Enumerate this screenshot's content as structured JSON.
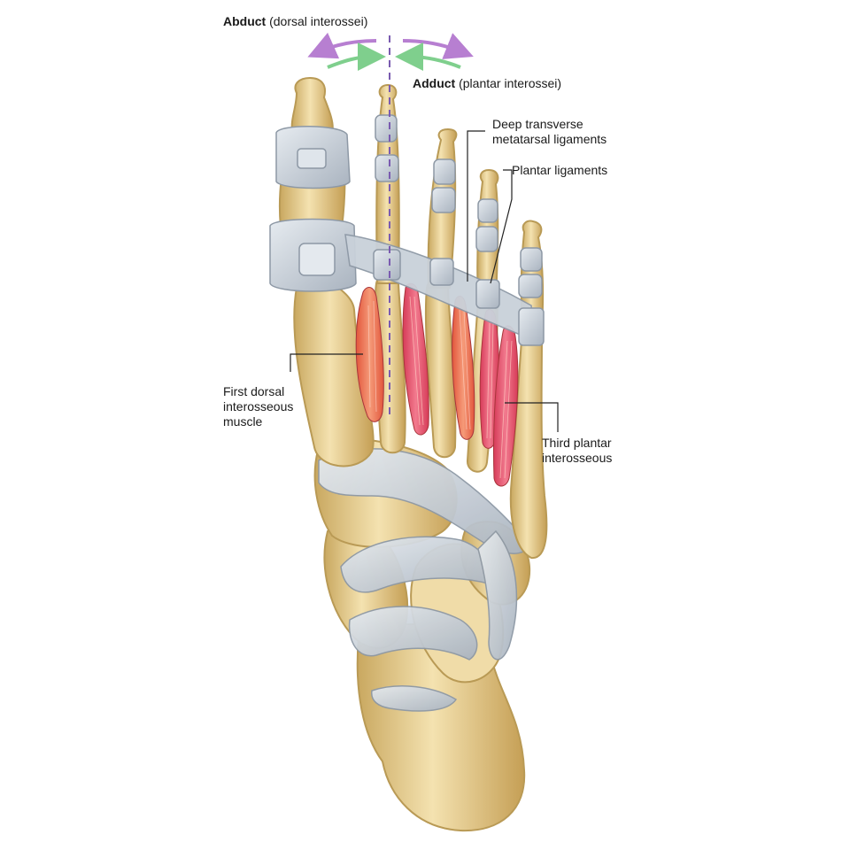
{
  "labels": {
    "abduct_bold": "Abduct",
    "abduct_rest": " (dorsal interossei)",
    "adduct_bold": "Adduct",
    "adduct_rest": " (plantar interossei)",
    "deep_transverse_line1": "Deep transverse",
    "deep_transverse_line2": "metatarsal ligaments",
    "plantar_ligaments": "Plantar ligaments",
    "first_dorsal_line1": "First dorsal",
    "first_dorsal_line2": "interosseous",
    "first_dorsal_line3": "muscle",
    "third_plantar_line1": "Third plantar",
    "third_plantar_line2": "interosseous"
  },
  "colors": {
    "abduct_arrow": "#b77fd1",
    "adduct_arrow": "#7fcf8d",
    "bone": "#ecd39a",
    "bone_edge": "#b99a55",
    "ligament": "#c9d0d8",
    "muscle_dorsal": "#ef7a5a",
    "muscle_plantar": "#e8506a",
    "axis_line": "#7a5bb0"
  }
}
